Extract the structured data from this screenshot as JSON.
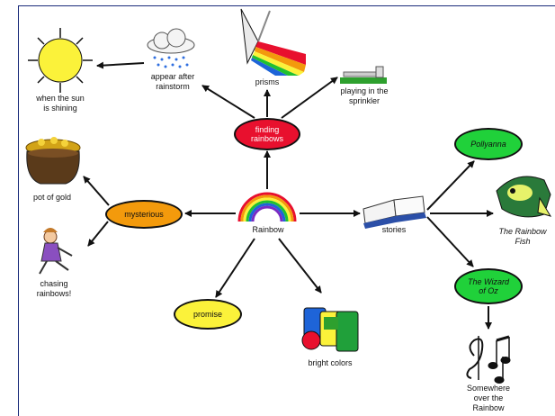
{
  "diagram": {
    "center": {
      "label": "Rainbow",
      "icon": "rainbow-icon"
    },
    "nodes": {
      "finding_rainbows": {
        "label": "finding\nrainbows",
        "color": "#e8102e",
        "text_color": "#ffffff"
      },
      "mysterious": {
        "label": "mysterious",
        "color": "#f39a0c",
        "text_color": "#111111"
      },
      "promise": {
        "label": "promise",
        "color": "#fbf23a",
        "text_color": "#111111"
      },
      "pollyanna": {
        "label": "Pollyanna",
        "color": "#20d13a",
        "text_color": "#111111"
      },
      "wizard_of_oz": {
        "label": "The Wizard\nof Oz",
        "color": "#20d13a",
        "text_color": "#111111"
      }
    },
    "labels": {
      "appear_after_rainstorm": "appear after\nrainstorm",
      "when_sun_shining": "when the sun\nis shining",
      "prisms": "prisms",
      "playing_sprinkler": "playing in the\nsprinkler",
      "pot_of_gold": "pot of gold",
      "chasing_rainbows": "chasing\nrainbows!",
      "stories": "stories",
      "rainbow_fish": "The Rainbow\nFish",
      "bright_colors": "bright colors",
      "somewhere_over": "Somewhere\nover the\nRainbow"
    },
    "icons": [
      "rainbow-icon",
      "sun-icon",
      "rain-cloud-icon",
      "prism-icon",
      "sprinkler-icon",
      "pot-of-gold-icon",
      "girl-running-icon",
      "book-icon",
      "fish-icon",
      "paint-cans-icon",
      "music-notes-icon"
    ]
  }
}
